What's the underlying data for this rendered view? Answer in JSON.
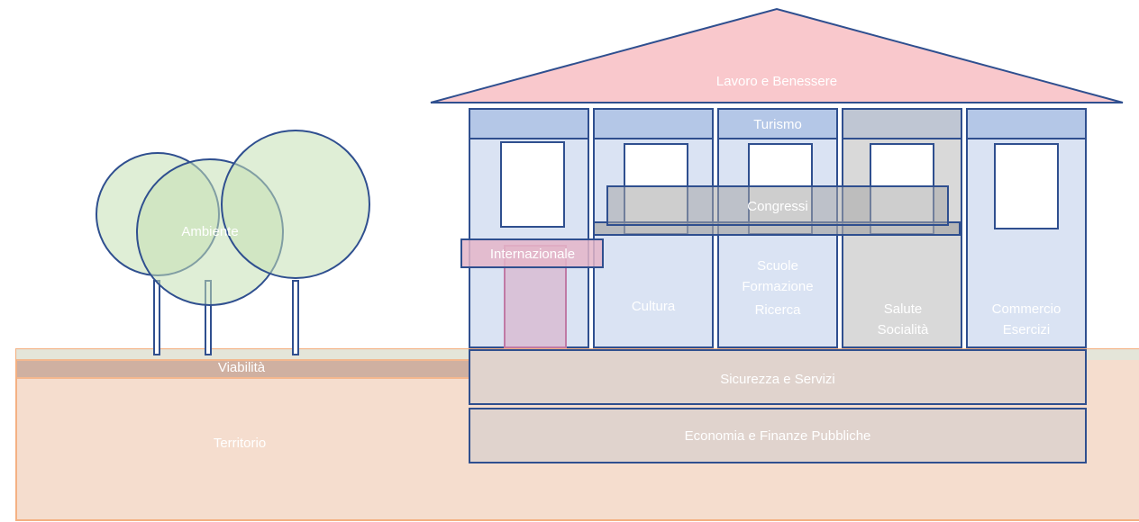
{
  "labels": {
    "roof": "Lavoro e Benessere",
    "tourism": "Turismo",
    "congress": "Congressi",
    "international": "Internazionale",
    "culture": "Cultura",
    "schools": [
      "Scuole",
      "Formazione",
      "Ricerca"
    ],
    "health": [
      "Salute",
      "Socialità"
    ],
    "commerce": [
      "Commercio",
      "Esercizi"
    ],
    "environment": "Ambiente",
    "roads": "Viabilità",
    "security": "Sicurezza e Servizi",
    "economy": "Economia e Finanze Pubbliche",
    "territory": "Territorio"
  },
  "colors": {
    "outline": "#2f4f8f",
    "roof": "#f9c8cc",
    "column": "#dae3f3",
    "column_band": "#b4c7e7",
    "gray_column": "#d9d9d9",
    "gray_band": "#bfc6d3",
    "congress": "#a6a6a6",
    "international": "#e4b5c8",
    "tree": "#c5e0b4",
    "tree_overlap": "#a9d18e",
    "ground": "#f5ddce",
    "ground_border": "#f4b183",
    "strip": "#e2d3ca",
    "road": "#c9a99a",
    "text": "#ffffff"
  }
}
